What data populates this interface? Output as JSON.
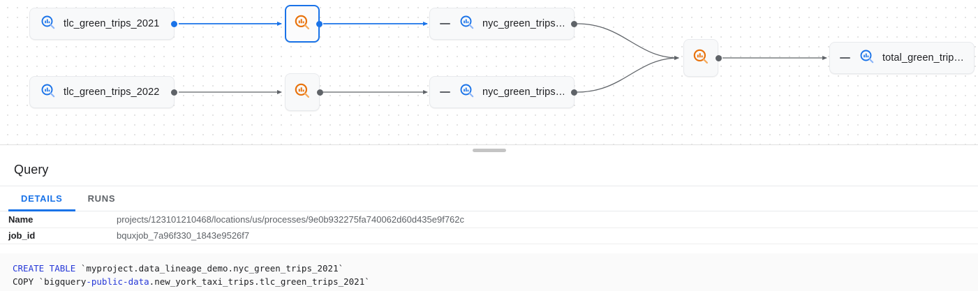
{
  "graph": {
    "nodes": [
      {
        "id": "tlc2021",
        "type": "table",
        "label": "tlc_green_trips_2021",
        "icon": "bigquery-table-icon",
        "selected": false,
        "collapsible": false
      },
      {
        "id": "tlc2022",
        "type": "table",
        "label": "tlc_green_trips_2022",
        "icon": "bigquery-table-icon",
        "selected": false,
        "collapsible": false
      },
      {
        "id": "proc1",
        "type": "process",
        "label": "",
        "icon": "lineage-process-icon",
        "selected": true,
        "collapsible": false
      },
      {
        "id": "proc2",
        "type": "process",
        "label": "",
        "icon": "lineage-process-icon",
        "selected": false,
        "collapsible": false
      },
      {
        "id": "nyc1",
        "type": "table",
        "label": "nyc_green_trips…",
        "icon": "bigquery-table-icon",
        "selected": false,
        "collapsible": true
      },
      {
        "id": "nyc2",
        "type": "table",
        "label": "nyc_green_trips…",
        "icon": "bigquery-table-icon",
        "selected": false,
        "collapsible": true
      },
      {
        "id": "proc3",
        "type": "process",
        "label": "",
        "icon": "lineage-process-icon",
        "selected": false,
        "collapsible": false
      },
      {
        "id": "total",
        "type": "table",
        "label": "total_green_trip…",
        "icon": "bigquery-table-icon",
        "selected": false,
        "collapsible": true
      }
    ],
    "colors": {
      "selected_edge": "#1a73e8",
      "edge": "#5f6368",
      "process_icon": "#e8710a",
      "table_icon": "#1a73e8",
      "node_bg": "#f8f9fa"
    }
  },
  "details": {
    "title": "Query",
    "tabs": [
      {
        "id": "details",
        "label": "DETAILS",
        "active": true
      },
      {
        "id": "runs",
        "label": "RUNS",
        "active": false
      }
    ],
    "fields": [
      {
        "key": "Name",
        "value": "projects/123101210468/locations/us/processes/9e0b932275fa740062d60d435e9f762c"
      },
      {
        "key": "job_id",
        "value": "bquxjob_7a96f330_1843e9526f7"
      }
    ],
    "sql": {
      "line1": {
        "keyword": "CREATE TABLE",
        "rest": " `myproject.data_lineage_demo.nyc_green_trips_2021`"
      },
      "line2": {
        "prefix": "COPY `bigquery",
        "keyword": "-public-data",
        "rest": ".new_york_taxi_trips.tlc_green_trips_2021`"
      }
    }
  }
}
